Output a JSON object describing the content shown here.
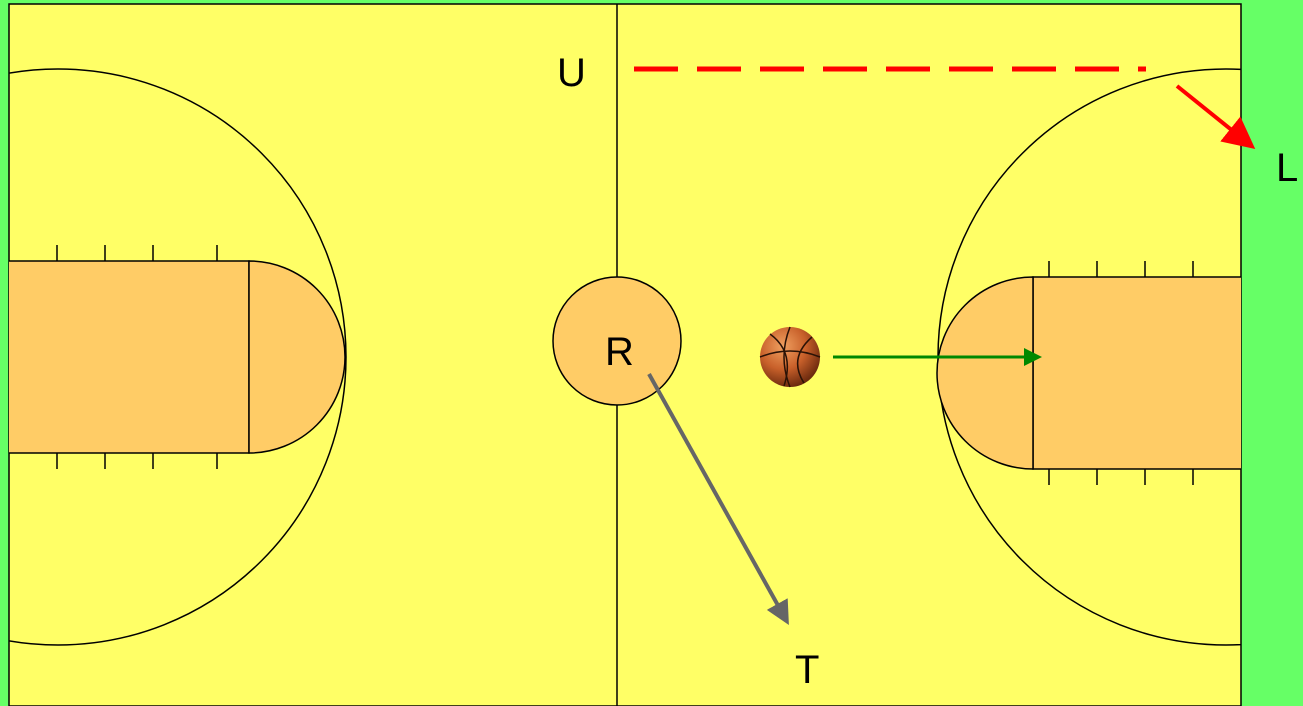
{
  "labels": {
    "top_marker": "U",
    "right_marker": "L",
    "center_marker": "R",
    "bottom_marker": "T"
  },
  "icons": {
    "ball": "basketball-icon"
  },
  "colors": {
    "side_background": "#66ff66",
    "court_floor": "#ffff66",
    "key_area": "#ffcc66",
    "lines": "#000000",
    "dashed_path": "#ff0000",
    "arrow_to_L": "#ff0000",
    "arrow_to_T": "#666666",
    "ball_arrow": "#008800"
  }
}
